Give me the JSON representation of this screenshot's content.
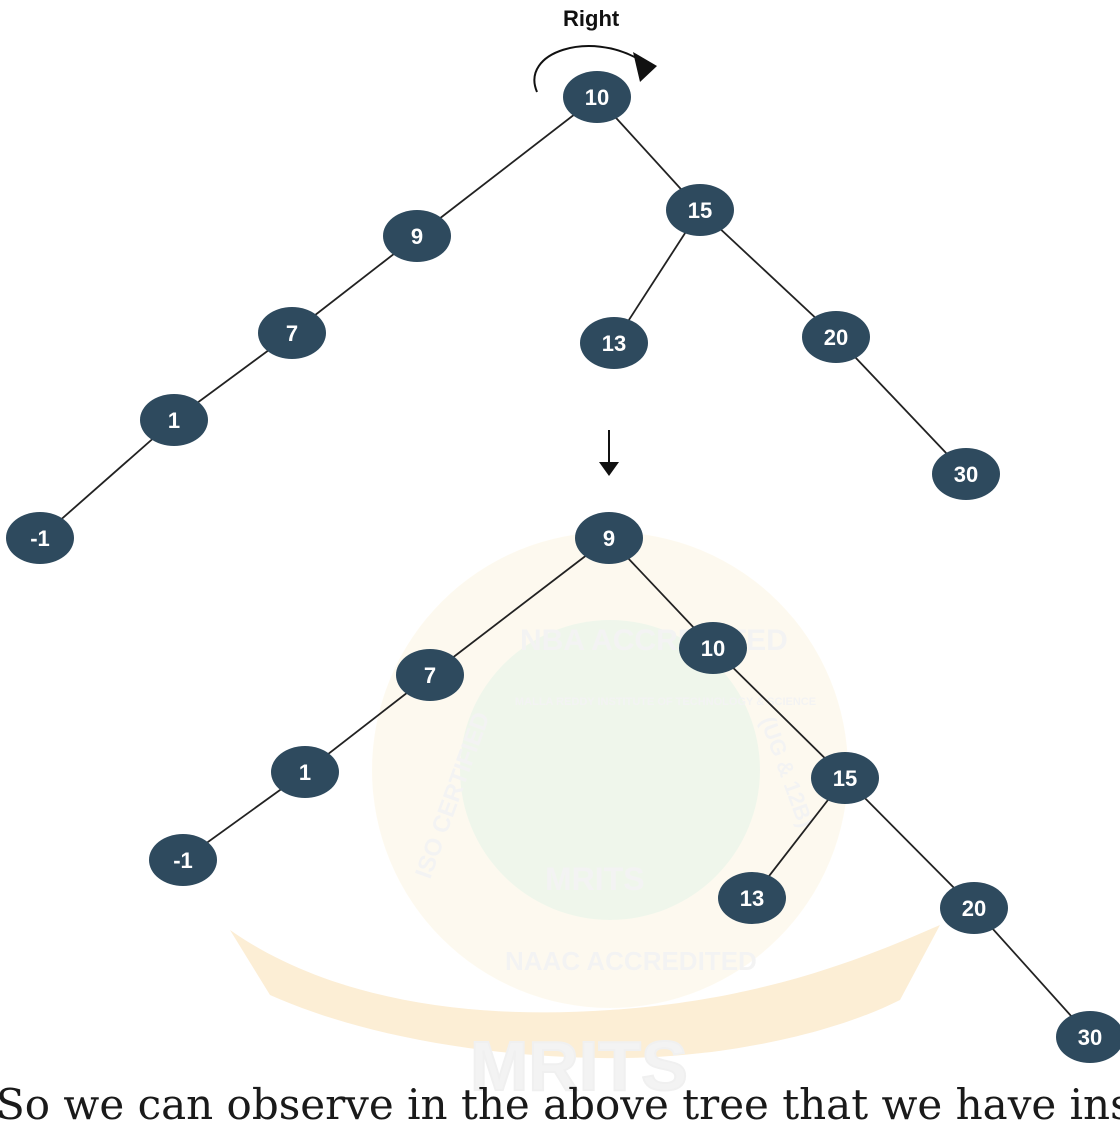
{
  "rotation_label": "Right",
  "colors": {
    "node_fill": "#2e4a5e",
    "edge": "#222222",
    "node_text": "#ffffff"
  },
  "before_tree": {
    "nodes": [
      {
        "id": "b10",
        "label": "10"
      },
      {
        "id": "b9",
        "label": "9"
      },
      {
        "id": "b15",
        "label": "15"
      },
      {
        "id": "b7",
        "label": "7"
      },
      {
        "id": "b13",
        "label": "13"
      },
      {
        "id": "b20",
        "label": "20"
      },
      {
        "id": "b1",
        "label": "1"
      },
      {
        "id": "b30",
        "label": "30"
      },
      {
        "id": "bm1",
        "label": "-1"
      }
    ],
    "edges": [
      [
        "b10",
        "b9"
      ],
      [
        "b10",
        "b15"
      ],
      [
        "b9",
        "b7"
      ],
      [
        "b7",
        "b1"
      ],
      [
        "b1",
        "bm1"
      ],
      [
        "b15",
        "b13"
      ],
      [
        "b15",
        "b20"
      ],
      [
        "b20",
        "b30"
      ]
    ]
  },
  "after_tree": {
    "nodes": [
      {
        "id": "a9",
        "label": "9"
      },
      {
        "id": "a7",
        "label": "7"
      },
      {
        "id": "a10",
        "label": "10"
      },
      {
        "id": "a1",
        "label": "1"
      },
      {
        "id": "a15",
        "label": "15"
      },
      {
        "id": "am1",
        "label": "-1"
      },
      {
        "id": "a13",
        "label": "13"
      },
      {
        "id": "a20",
        "label": "20"
      },
      {
        "id": "a30",
        "label": "30"
      }
    ],
    "edges": [
      [
        "a9",
        "a7"
      ],
      [
        "a9",
        "a10"
      ],
      [
        "a7",
        "a1"
      ],
      [
        "a1",
        "am1"
      ],
      [
        "a10",
        "a15"
      ],
      [
        "a15",
        "a13"
      ],
      [
        "a15",
        "a20"
      ],
      [
        "a20",
        "a30"
      ]
    ]
  },
  "watermark": {
    "top_arc": "NBA ACCREDITED",
    "inner_arc": "MALLA REDDY INSTITUTE OF TECHNOLOGY & SCIENCE",
    "left_arc": "ISO CERTIFIED",
    "right_arc": "(UG & 12B)",
    "bottom_arc": "NAAC ACCREDITED",
    "center": "MRITS",
    "banner": "MRITS"
  },
  "bottom_text": "So we can observe in the above tree that we have inserted nodes in the order from the"
}
